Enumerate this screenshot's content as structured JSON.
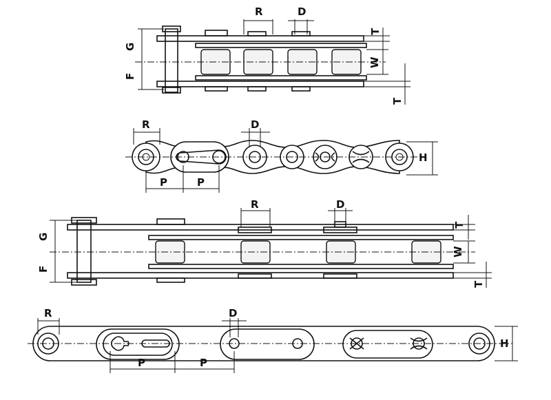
{
  "figures": [
    {
      "id": "short-pitch-top",
      "labels": {
        "R": "R",
        "D": "D",
        "T": "T",
        "G": "G",
        "F": "F",
        "W": "W",
        "T2": "T"
      }
    },
    {
      "id": "short-pitch-side",
      "labels": {
        "R": "R",
        "D": "D",
        "P1": "P",
        "P2": "P",
        "H": "H"
      }
    },
    {
      "id": "double-pitch-top",
      "labels": {
        "R": "R",
        "D": "D",
        "T": "T",
        "G": "G",
        "F": "F",
        "W": "W",
        "T2": "T"
      }
    },
    {
      "id": "double-pitch-side",
      "labels": {
        "R": "R",
        "D": "D",
        "P1": "P",
        "P2": "P",
        "H": "H"
      }
    }
  ]
}
